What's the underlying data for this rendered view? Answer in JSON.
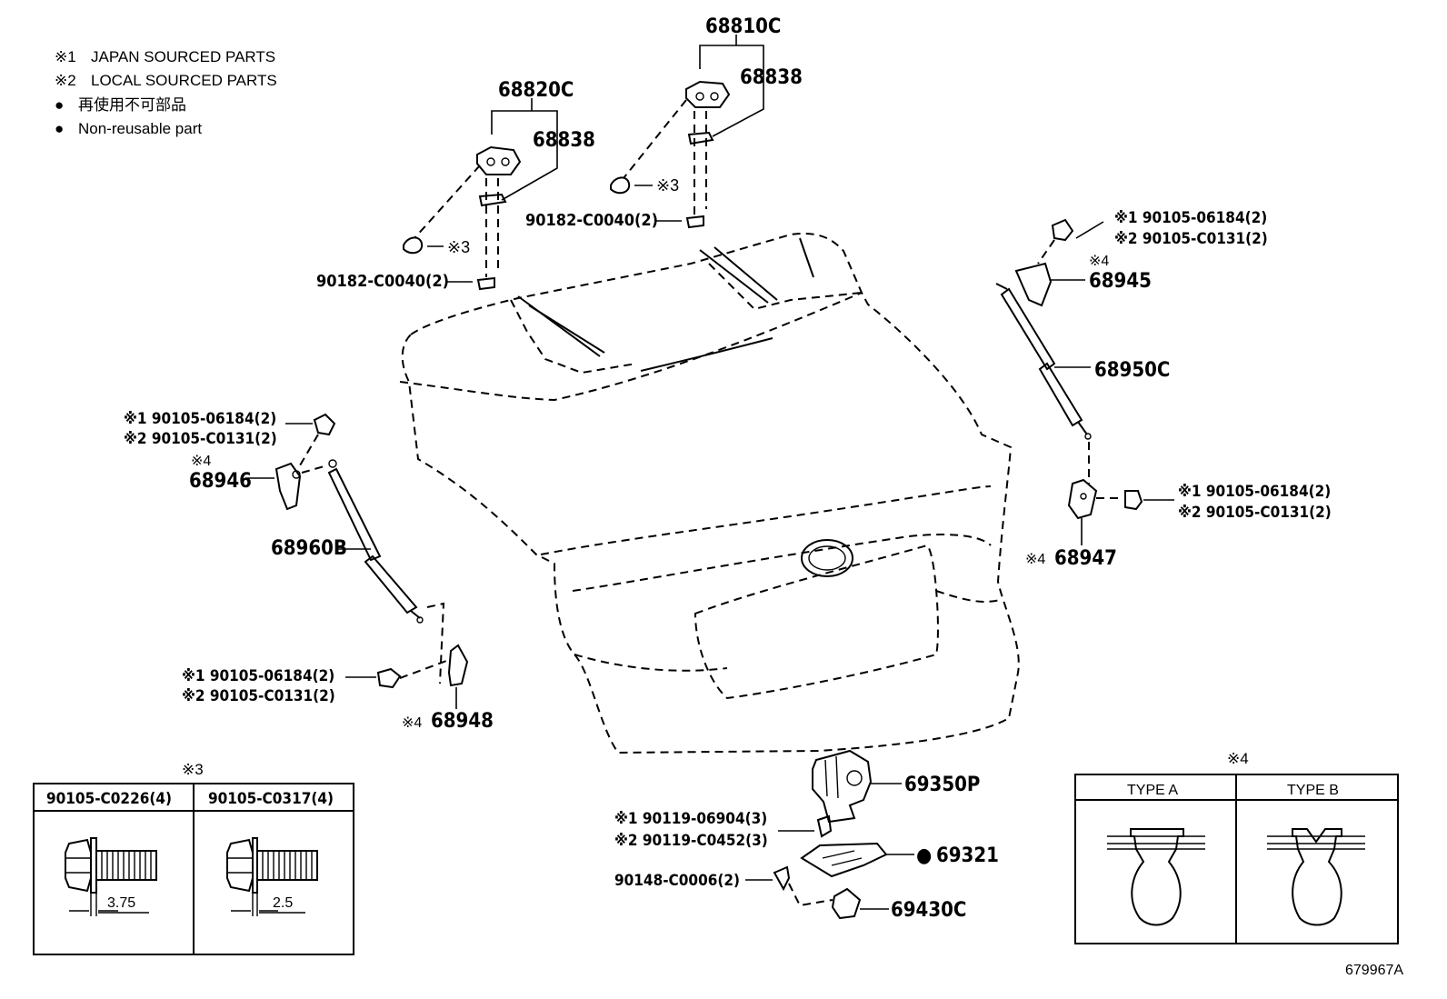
{
  "legend": {
    "items": [
      {
        "mark": "※1",
        "text": "JAPAN SOURCED PARTS"
      },
      {
        "mark": "※2",
        "text": "LOCAL SOURCED PARTS"
      },
      {
        "mark": "●",
        "text": "再使用不可部品"
      },
      {
        "mark": "●",
        "text": "Non-reusable part"
      }
    ]
  },
  "labels": {
    "hinge_left": "68820C",
    "hinge_left_sub": "68838",
    "hinge_left_nut": "90182-C0040(2)",
    "hinge_left_bolt": "※3",
    "hinge_right": "68810C",
    "hinge_right_sub": "68838",
    "hinge_right_nut": "90182-C0040(2)",
    "hinge_right_bolt": "※3",
    "bolt_ur_1": "※1 90105-06184(2)",
    "bolt_ur_2": "※2 90105-C0131(2)",
    "bracket_ur_mark": "※4",
    "bracket_ur": "68945",
    "stay_right": "68950C",
    "bolt_r_1": "※1 90105-06184(2)",
    "bolt_r_2": "※2 90105-C0131(2)",
    "bracket_r_mark": "※4",
    "bracket_r": "68947",
    "bolt_ul_1": "※1 90105-06184(2)",
    "bolt_ul_2": "※2 90105-C0131(2)",
    "bracket_ul_mark": "※4",
    "bracket_ul": "68946",
    "stay_left": "68960B",
    "bolt_ll_1": "※1 90105-06184(2)",
    "bolt_ll_2": "※2 90105-C0131(2)",
    "bracket_ll_mark": "※4",
    "bracket_ll": "68948",
    "lock": "69350P",
    "lock_screw_1": "※1 90119-06904(3)",
    "lock_screw_2": "※2 90119-C0452(3)",
    "cover": "69321",
    "cover_mark": "●",
    "clip_screw": "90148-C0006(2)",
    "switch": "69430C",
    "doc_id": "679967A"
  },
  "bolt_table": {
    "note": "※3",
    "headers": [
      "90105-C0226(4)",
      "90105-C0317(4)"
    ],
    "dims": [
      "3.75",
      "2.5"
    ]
  },
  "type_table": {
    "note": "※4",
    "headers": [
      "TYPE A",
      "TYPE B"
    ]
  }
}
